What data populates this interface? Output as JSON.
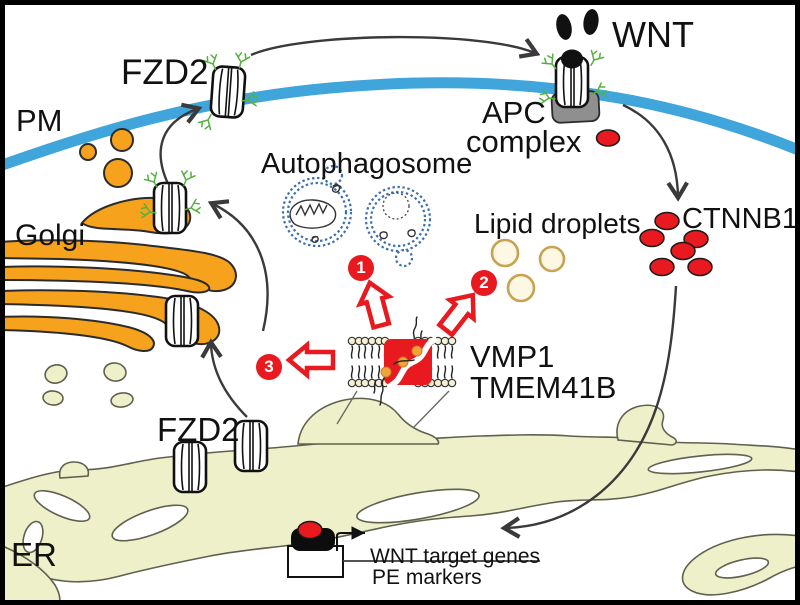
{
  "figure": {
    "labels": {
      "pm": "PM",
      "fzd2_top": "FZD2",
      "wnt": "WNT",
      "apc_line1": "APC",
      "apc_line2": "complex",
      "golgi": "Golgi",
      "autophagosome": "Autophagosome",
      "lipid_droplets": "Lipid droplets",
      "ctnnb1": "CTNNB1",
      "vmp1": "VMP1",
      "tmem41b": "TMEM41B",
      "fzd2_er": "FZD2",
      "er": "ER",
      "wnt_target_genes": "WNT target genes",
      "pe_markers": "PE markers"
    },
    "steps": {
      "one": "1",
      "two": "2",
      "three": "3"
    },
    "colors": {
      "membrane_blue": "#3FA5DB",
      "golgi_orange": "#F6A21C",
      "er_fill": "#EEF0C9",
      "er_outline": "#5F604E",
      "accent_red": "#E8191F",
      "lipid_droplet_fill": "#FDF8E3",
      "lipid_droplet_outline": "#C8A24F",
      "apc_gray": "#8F8F8F",
      "glyco_green": "#55B13F",
      "autophagosome_blue": "#3C6FAE",
      "arrow_gray": "#3A3A3A"
    }
  }
}
